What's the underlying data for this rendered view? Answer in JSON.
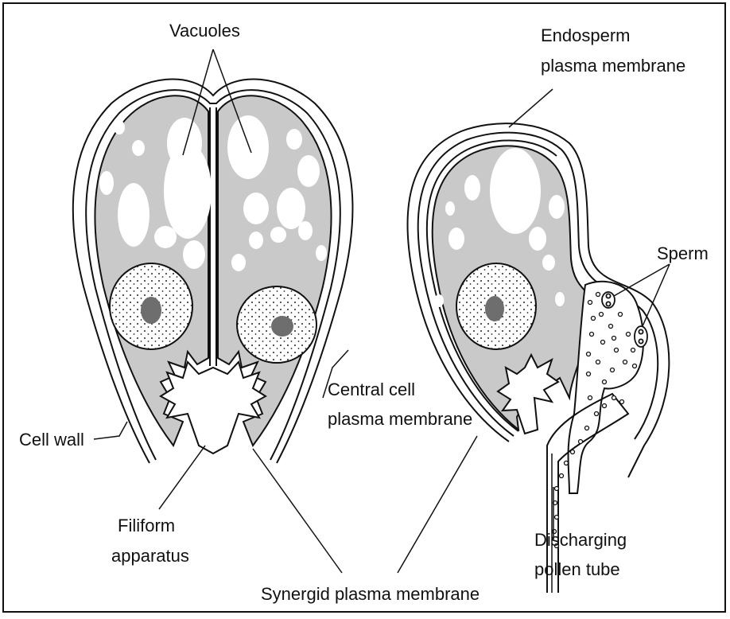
{
  "labels": {
    "vacuoles": "Vacuoles",
    "endosperm_line1": "Endosperm",
    "endosperm_line2": "plasma membrane",
    "sperm": "Sperm",
    "central_line1": "Central cell",
    "central_line2": "plasma membrane",
    "cell_wall": "Cell wall",
    "filiform_line1": "Filiform",
    "filiform_line2": "apparatus",
    "discharging_line1": "Discharging",
    "discharging_line2": "pollen tube",
    "synergid": "Synergid plasma membrane"
  },
  "colors": {
    "cytoplasm": "#c9c9c9",
    "nucleolus": "#6e6e6e",
    "line": "#111111",
    "background": "#ffffff"
  }
}
